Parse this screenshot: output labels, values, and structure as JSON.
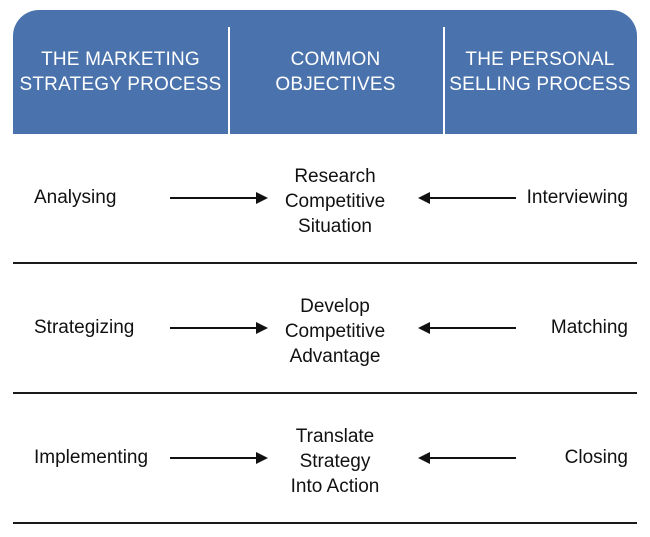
{
  "header": {
    "col1": "THE MARKETING\nSTRATEGY PROCESS",
    "col2": "COMMON\nOBJECTIVES",
    "col3": "THE PERSONAL\nSELLING PROCESS"
  },
  "rows": [
    {
      "marketing": "Analysing",
      "objective": "Research\nCompetitive\nSituation",
      "selling": "Interviewing"
    },
    {
      "marketing": "Strategizing",
      "objective": "Develop\nCompetitive\nAdvantage",
      "selling": "Matching"
    },
    {
      "marketing": "Implementing",
      "objective": "Translate\nStrategy\nInto Action",
      "selling": "Closing"
    }
  ],
  "colors": {
    "header_bg": "#4a73ad",
    "header_text": "#ffffff",
    "text": "#111111",
    "rule": "#1a1a1a"
  }
}
